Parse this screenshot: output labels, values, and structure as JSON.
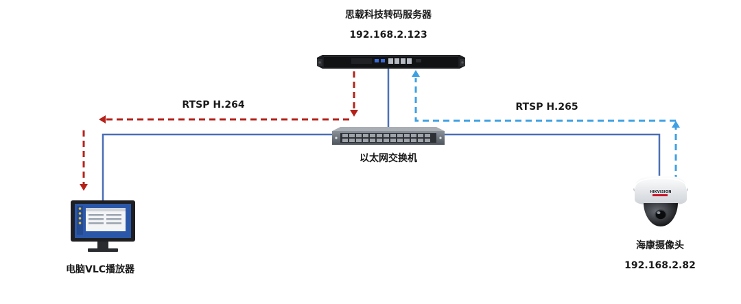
{
  "server": {
    "name": "思载科技转码服务器",
    "ip": "192.168.2.123"
  },
  "switch": {
    "name": "以太网交换机"
  },
  "player": {
    "name": "电脑VLC播放器"
  },
  "camera": {
    "name": "海康摄像头",
    "ip": "192.168.2.82",
    "brand": "HIKVISION"
  },
  "streams": {
    "output": "RTSP H.264",
    "input": "RTSP H.265"
  },
  "colors": {
    "network_line": "#4a6fb5",
    "output_stream": "#b4221a",
    "input_stream": "#3ea0e4"
  }
}
